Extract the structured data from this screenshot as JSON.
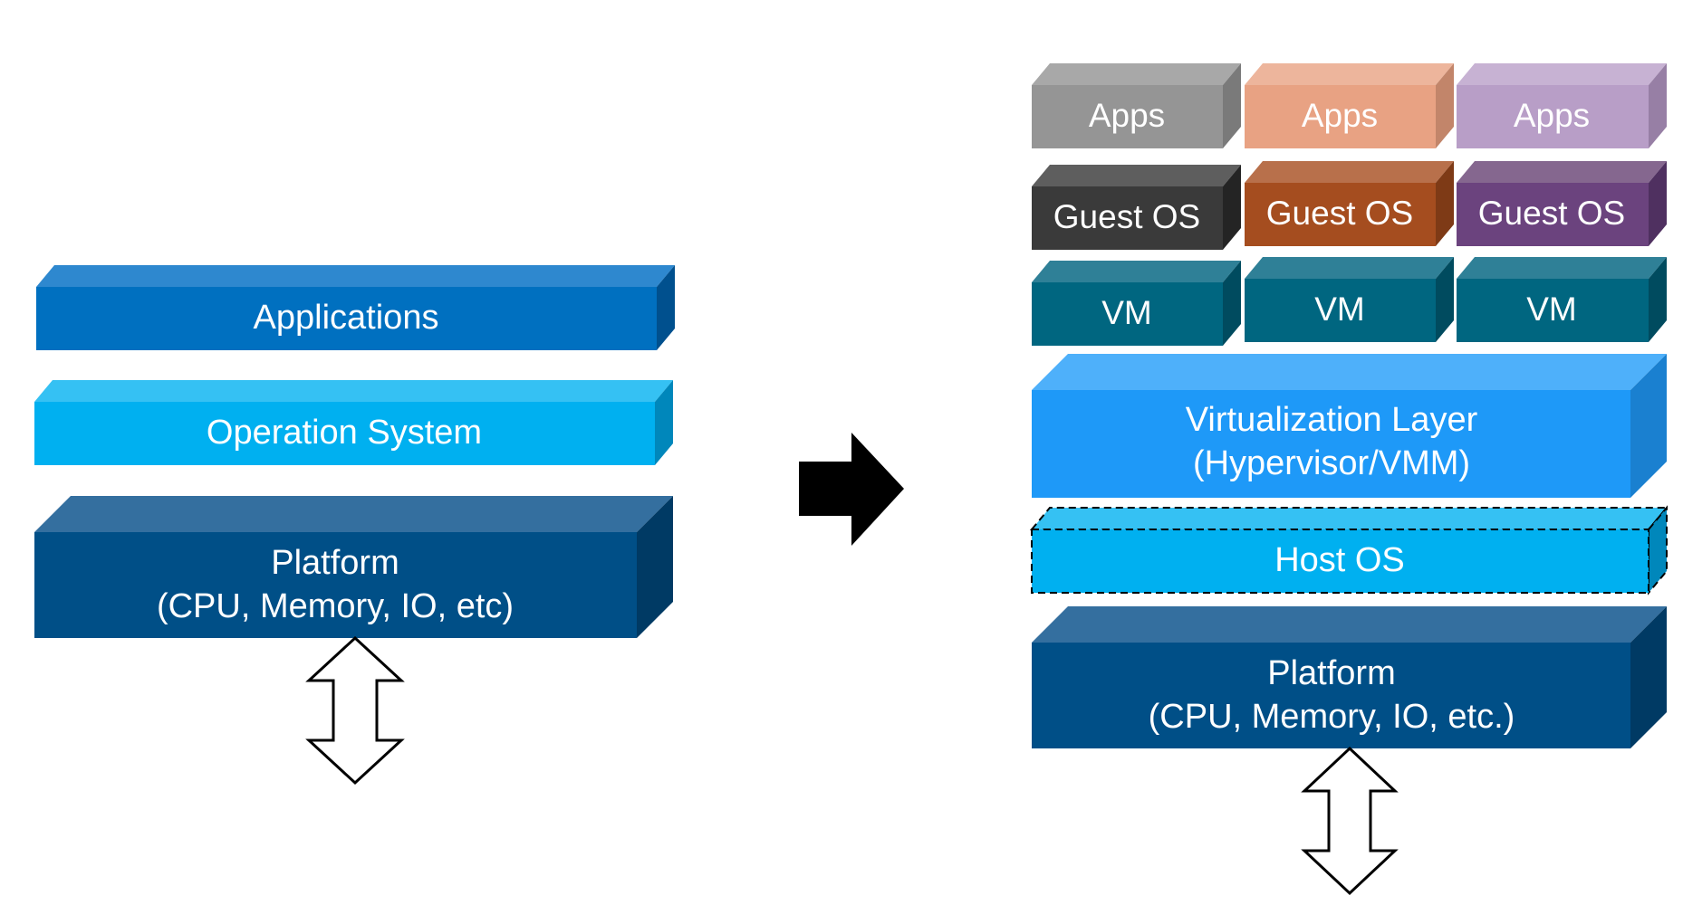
{
  "left_stack": {
    "applications": "Applications",
    "operating_system": "Operation System",
    "platform_line1": "Platform",
    "platform_line2": "(CPU, Memory, IO, etc)"
  },
  "right_stack": {
    "apps": [
      "Apps",
      "Apps",
      "Apps"
    ],
    "guest_os": [
      "Guest OS",
      "Guest OS",
      "Guest OS"
    ],
    "vm": [
      "VM",
      "VM",
      "VM"
    ],
    "hypervisor_line1": "Virtualization Layer",
    "hypervisor_line2": "(Hypervisor/VMM)",
    "host_os": "Host OS",
    "platform_line1": "Platform",
    "platform_line2": "(CPU, Memory, IO, etc.)"
  },
  "colors": {
    "applications": "#0070c0",
    "operating_system": "#00b0f0",
    "platform": "#004f87",
    "apps": [
      "#959595",
      "#e8a283",
      "#b89ec7"
    ],
    "guest_os": [
      "#3a3a3a",
      "#a54d1f",
      "#6b437e"
    ],
    "vm": "#006680",
    "hypervisor": "#1e99f8",
    "host_os": "#00b0f0"
  },
  "icons": {
    "transform_arrow": "right-arrow-icon",
    "io_arrow": "double-headed-vertical-arrow-icon"
  }
}
